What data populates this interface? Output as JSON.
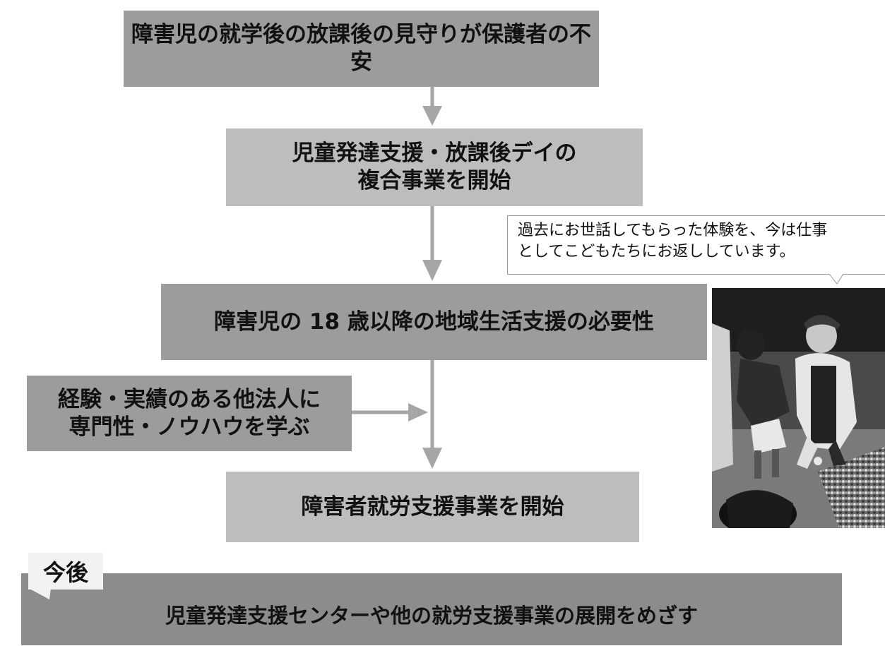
{
  "flow": {
    "step1": "障害児の就学後の放課後の見守りが保護者の不安",
    "step2": [
      "児童発達支援・放課後デイの",
      "複合事業を開始"
    ],
    "step3": "障害児の 18 歳以降の地域生活支援の必要性",
    "side_input": [
      "経験・実績のある他法人に",
      "専門性・ノウハウを学ぶ"
    ],
    "step4": "障害者就労支援事業を開始"
  },
  "future": {
    "tag": "今後",
    "text": "児童発達支援センターや他の就労支援事業の展開をめざす"
  },
  "speech": {
    "lines": [
      "過去にお世話してもらった体験を、今は仕事",
      "としてこどもたちにお返ししています。"
    ]
  },
  "colors": {
    "box_dark": "#9c9c9c",
    "box_light": "#bdbdbd",
    "arrow": "#a6a6a6"
  }
}
